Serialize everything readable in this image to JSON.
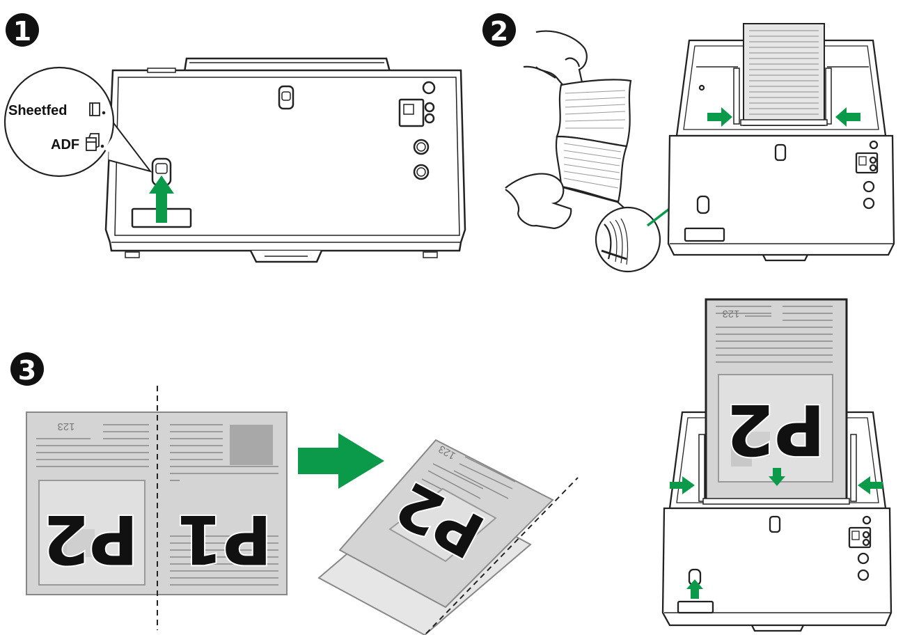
{
  "steps": [
    {
      "number": "1"
    },
    {
      "number": "2"
    },
    {
      "number": "3"
    }
  ],
  "callout": {
    "sheetfed_label": "Sheetfed",
    "adf_label": "ADF"
  },
  "pages": {
    "page_number": "123",
    "p1_label": "P1",
    "p2_label": "P2"
  },
  "colors": {
    "arrow_green": "#0a9a4a",
    "paper_gray": "#d4d4d4",
    "paper_light": "#e6e6e6",
    "outline": "#222222"
  },
  "icons": [
    "switch-icon",
    "sheetfed-icon",
    "adf-icon",
    "hand-icon",
    "arrow-icon"
  ]
}
